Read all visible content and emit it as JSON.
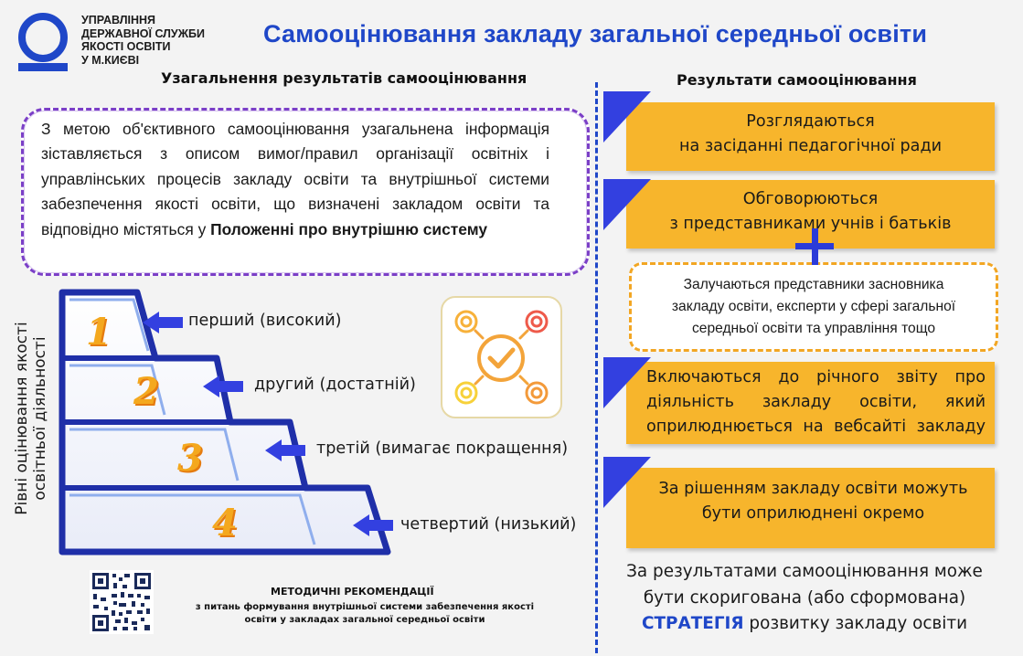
{
  "header": {
    "org_lines": [
      "УПРАВЛІННЯ",
      "ДЕРЖАВНОЇ СЛУЖБИ",
      "ЯКОСТІ ОСВІТИ",
      "У М.КИЄВІ"
    ],
    "title": "Самооцінювання закладу загальної середньої освіти"
  },
  "left": {
    "heading": "Узагальнення результатів самооцінювання",
    "info_text": "З метою об'єктивного самооцінювання узагальнена інформація зіставляється з описом вимог/правил організації освітніх і управлінських процесів закладу освіти та внутрішньої системи забезпечення якості освіти, що визначені закладом освіти та відповідно містяться у ",
    "info_bold": "Положенні про внутрішню систему",
    "vertical_label": "Рівні оцінювання якості освітньої діяльності",
    "levels": [
      {
        "number": "1",
        "label": "перший (високий)"
      },
      {
        "number": "2",
        "label": "другий (достатній)"
      },
      {
        "number": "3",
        "label": "третій (вимагає покращення)"
      },
      {
        "number": "4",
        "label": "четвертий (низький)"
      }
    ],
    "method_title": "МЕТОДИЧНІ РЕКОМЕНДАЦІЇ",
    "method_sub": "з питань формування внутрішньої системи забезпечення якості освіти у закладах загальної середньої освіти"
  },
  "right": {
    "heading": "Результати самооцінювання",
    "card1": [
      "Розглядаються",
      "на засіданні педагогічної ради"
    ],
    "card2": [
      "Обговорюються",
      "з представниками учнів і батьків"
    ],
    "outline_text": [
      "Залучаються представники засновника",
      "закладу освіти, експерти у сфері загальної",
      "середньої освіти та управління тощо"
    ],
    "card3": "Включаються до річного звіту про діяльність закладу освіти, який оприлюднюється на вебсайті закладу",
    "card4": "За рішенням закладу освіти можуть бути оприлюднені окремо",
    "bottom_pre": "За результатами самооцінювання може бути скоригована (або сформована)",
    "bottom_strategy": "СТРАТЕГІЯ",
    "bottom_post": " розвитку закладу освіти"
  },
  "colors": {
    "brand_blue": "#1f47c8",
    "orange": "#f7b52c",
    "purple": "#7b3fc7",
    "arrow_blue": "#3340e0"
  }
}
